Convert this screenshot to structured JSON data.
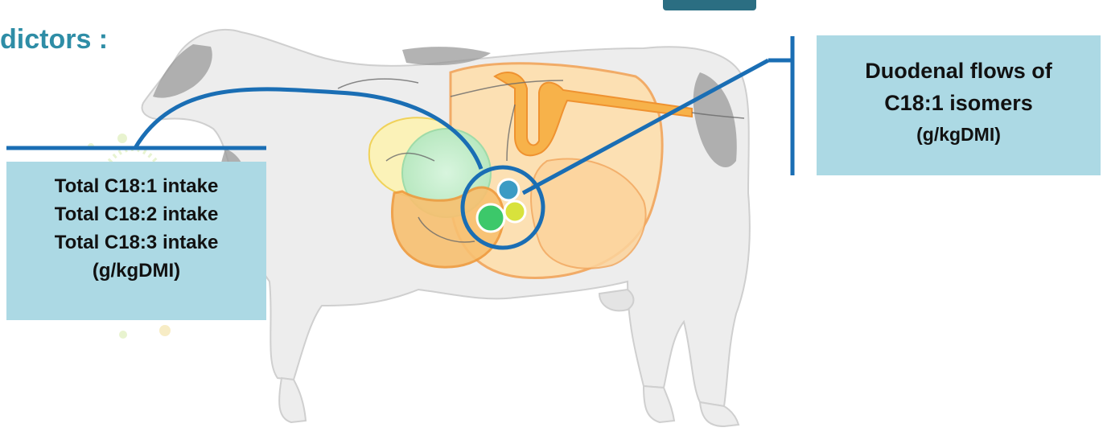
{
  "heading": "dictors :",
  "inputs_box": {
    "lines": [
      "Total C18:1 intake",
      "Total C18:2 intake",
      "Total C18:3 intake",
      "(g/kgDMI)"
    ]
  },
  "output_box": {
    "line1": "Duodenal flows of",
    "line2": "C18:1 isomers",
    "unit": "(g/kgDMI)"
  },
  "colors": {
    "heading": "#2e8da6",
    "box_fill": "#acd9e4",
    "connector": "#1a6eb4",
    "dot_blue": "#3b9bc4",
    "dot_yellow": "#d8e23c",
    "dot_green": "#3cc86a"
  }
}
